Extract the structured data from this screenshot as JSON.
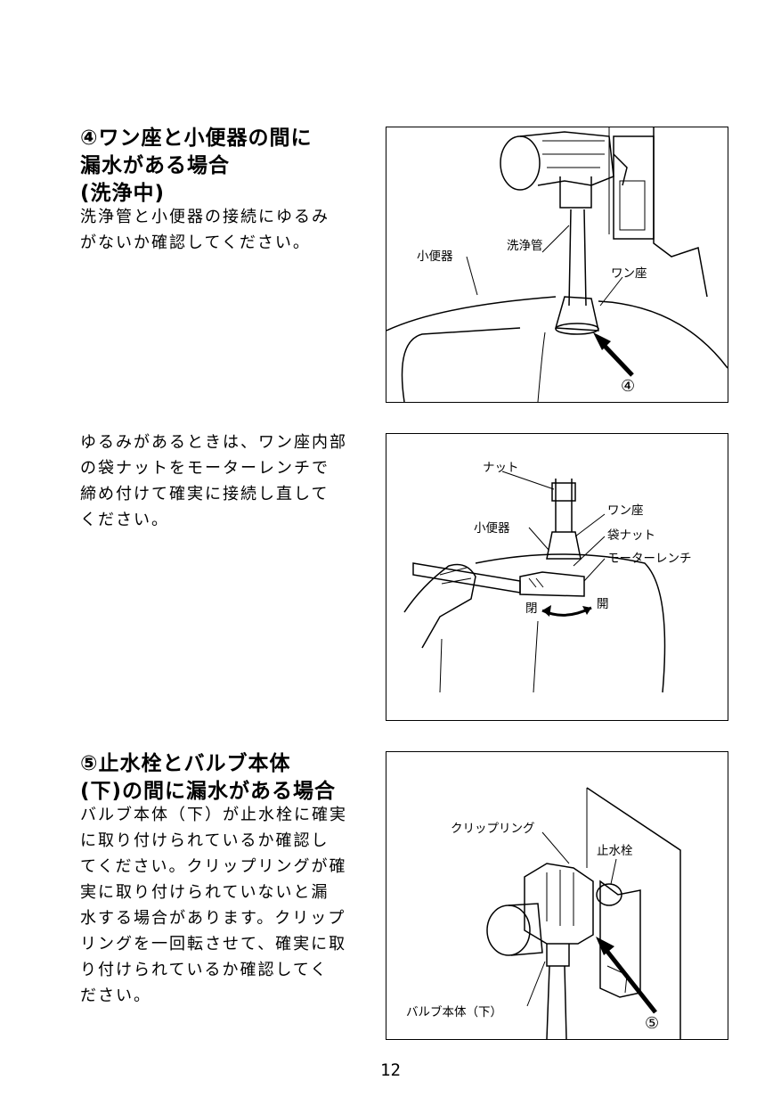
{
  "section4": {
    "title_lines": [
      "④ワン座と小便器の間に",
      "漏水がある場合",
      "(洗浄中)"
    ],
    "body_lines": [
      "洗浄管と小便器の接続にゆるみ",
      "がないか確認してください。"
    ],
    "figure": {
      "labels": {
        "urinal": "小便器",
        "flush_pipe": "洗浄管",
        "wan_seat": "ワン座",
        "marker": "④"
      }
    }
  },
  "section4b": {
    "body_lines": [
      "ゆるみがあるときは、ワン座内部",
      "の袋ナットをモーターレンチで",
      "締め付けて確実に接続し直して",
      "ください。"
    ],
    "figure": {
      "labels": {
        "nut": "ナット",
        "wan_seat": "ワン座",
        "urinal": "小便器",
        "bag_nut": "袋ナット",
        "wrench": "モーターレンチ",
        "close": "閉",
        "open": "開"
      }
    }
  },
  "section5": {
    "title_lines": [
      "⑤止水栓とバルブ本体",
      "(下)の間に漏水がある場合"
    ],
    "body_lines": [
      "バルブ本体（下）が止水栓に確実",
      "に取り付けられているか確認し",
      "てください。クリップリングが確",
      "実に取り付けられていないと漏",
      "水する場合があります。クリップ",
      "リングを一回転させて、確実に取",
      "り付けられているか確認してく",
      "ださい。"
    ],
    "figure": {
      "labels": {
        "clip_ring": "クリップリング",
        "stop_valve": "止水栓",
        "valve_body": "バルブ本体（下）",
        "marker": "⑤"
      }
    }
  },
  "page_number": "12"
}
